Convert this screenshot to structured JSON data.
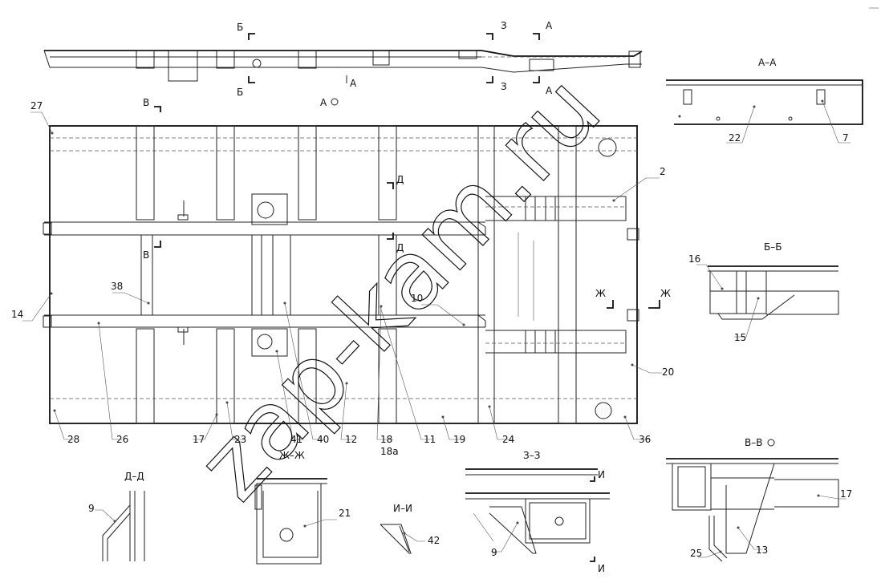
{
  "sections": {
    "aa": "А–А",
    "bb": "Б–Б",
    "vv": "В–В",
    "dd": "Д–Д",
    "zhzh": "Ж–Ж",
    "zz": "З–З",
    "ii": "И–И"
  },
  "cut_marks": {
    "b": "Б",
    "z": "З",
    "a": "А",
    "v": "В",
    "d": "Д",
    "zh": "Ж",
    "i": "И"
  },
  "callouts": {
    "p2": "2",
    "p7": "7",
    "p9": "9",
    "p10": "10",
    "p11": "11",
    "p12": "12",
    "p13": "13",
    "p14": "14",
    "p15": "15",
    "p16": "16",
    "p17": "17",
    "p18": "18",
    "p18a": "18а",
    "p19": "19",
    "p20": "20",
    "p21": "21",
    "p22": "22",
    "p23": "23",
    "p24": "24",
    "p25": "25",
    "p26": "26",
    "p27": "27",
    "p28": "28",
    "p36": "36",
    "p38": "38",
    "p40": "40",
    "p41": "41",
    "p42": "42"
  },
  "watermark": "zap-kam.ru"
}
